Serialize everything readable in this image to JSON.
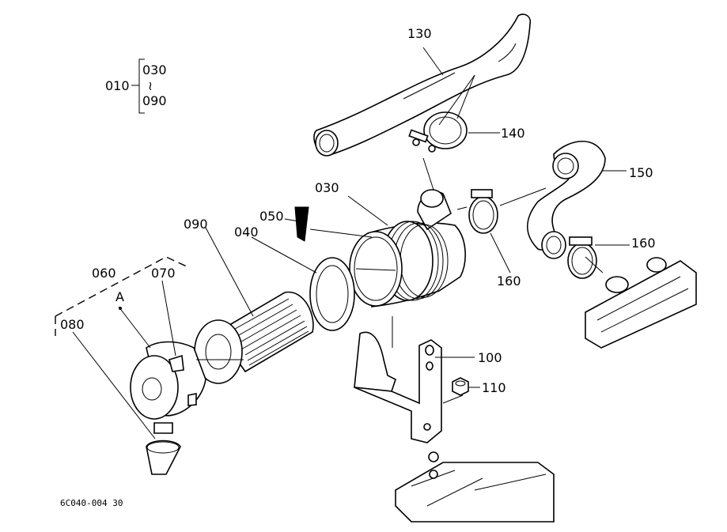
{
  "legend": {
    "assembly": "010",
    "top": "030",
    "separator": "≀",
    "bottom": "090"
  },
  "labels": {
    "p130": "130",
    "p140": "140",
    "p150": "150",
    "p160a": "160",
    "p160b": "160",
    "p030": "030",
    "p050": "050",
    "p090": "090",
    "p040": "040",
    "p060": "060",
    "p070": "070",
    "pA": "A",
    "p080": "080",
    "p100": "100",
    "p110": "110"
  },
  "figure_code": "6C040-004  30",
  "colors": {
    "line": "#000000",
    "background": "#ffffff"
  }
}
